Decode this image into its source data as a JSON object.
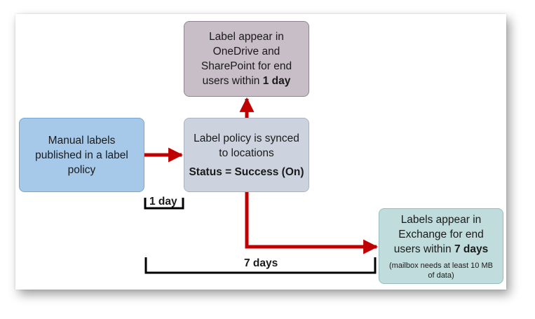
{
  "boxes": {
    "onedrive": {
      "line1": "Label appear in",
      "line2": "OneDrive and",
      "line3": "SharePoint for end",
      "line4_prefix": "users within ",
      "line4_bold": "1 day"
    },
    "manual": {
      "line1": "Manual labels",
      "line2": "published in a label",
      "line3": "policy"
    },
    "policy": {
      "line1": "Label policy is synced",
      "line2": "to locations",
      "status": "Status = Success (On)"
    },
    "exchange": {
      "line1": "Labels appear in",
      "line2": "Exchange for end",
      "line3_prefix": "users within ",
      "line3_bold": "7 days",
      "note_line1": "(mailbox needs at least 10 MB",
      "note_line2": "of data)"
    }
  },
  "durations": {
    "one_day": "1 day",
    "seven_days": "7 days"
  },
  "colors": {
    "arrow": "#c00000",
    "bracket": "#000000",
    "onedrive_fill": "#c8bec7",
    "manual_fill": "#a6c9ea",
    "policy_fill": "#ccd3de",
    "exchange_fill": "#c1dcdc"
  }
}
